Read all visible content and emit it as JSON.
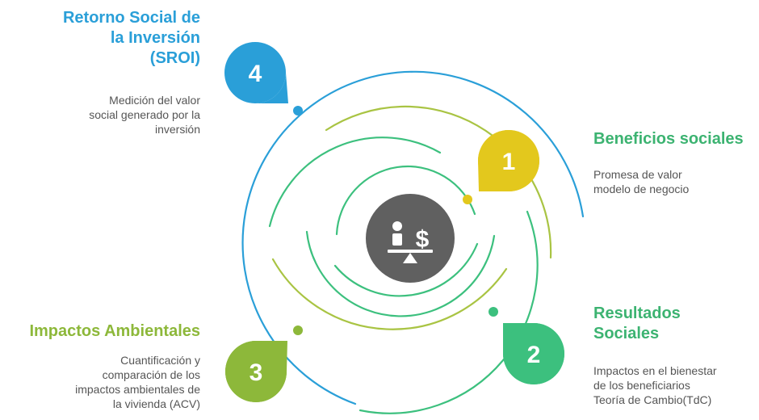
{
  "colors": {
    "blue": "#2a9fd8",
    "yellow": "#e3c81d",
    "green": "#3cc07e",
    "lime": "#8db83a",
    "olive": "#a9c443",
    "teal": "#3cb371",
    "hub": "#606060",
    "text": "#555555"
  },
  "hub": {
    "icon": "scale-person-dollar-icon"
  },
  "steps": {
    "four": {
      "number": "4",
      "title_lines": [
        "Retorno Social de",
        "la Inversión",
        "(SROI)"
      ],
      "desc_lines": [
        "Medición del valor",
        "social generado por la",
        "inversión"
      ]
    },
    "one": {
      "number": "1",
      "title_lines": [
        "Beneficios sociales"
      ],
      "desc_lines": [
        "Promesa de valor",
        "modelo de negocio"
      ]
    },
    "three": {
      "number": "3",
      "title_lines": [
        "Impactos Ambientales"
      ],
      "desc_lines": [
        "Cuantificación y",
        "comparación de los",
        "impactos ambientales de",
        "la vivienda (ACV)"
      ]
    },
    "two": {
      "number": "2",
      "title_lines": [
        "Resultados",
        "Sociales"
      ],
      "desc_lines": [
        "Impactos en el bienestar",
        "de los beneficiarios",
        "Teoría de Cambio(TdC)"
      ]
    }
  }
}
